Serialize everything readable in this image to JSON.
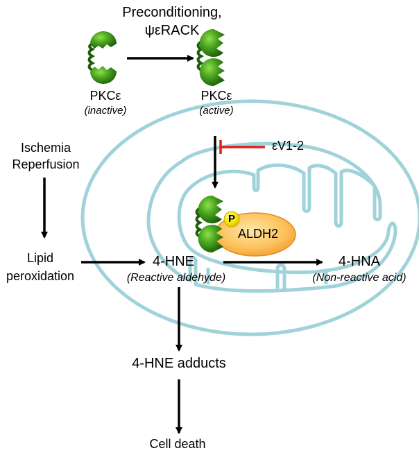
{
  "top": {
    "activator_line1": "Preconditioning,",
    "activator_line2": "ψεRACK",
    "pkc_left_name": "PKCε",
    "pkc_left_state": "(inactive)",
    "pkc_right_name": "PKCε",
    "pkc_right_state": "(active)"
  },
  "inhibitor": {
    "label": "εV1-2"
  },
  "left_pathway": {
    "stimulus_line1": "Ischemia",
    "stimulus_line2": "Reperfusion",
    "process_line1": "Lipid",
    "process_line2": "peroxidation"
  },
  "mito": {
    "enzyme_label": "ALDH2",
    "phospho_label": "P"
  },
  "center": {
    "aldehyde_name": "4-HNE",
    "aldehyde_desc": "(Reactive aldehyde)",
    "acid_name": "4-HNA",
    "acid_desc": "(Non-reactive acid)"
  },
  "bottom": {
    "adducts": "4-HNE adducts",
    "outcome": "Cell death"
  },
  "colors": {
    "protein_green": "#3a8f1a",
    "mito_outline": "#9fd3d9",
    "inhibitor_red": "#e0201b",
    "phospho_yellow": "#f7e600",
    "enzyme_orange": "#f8b448",
    "arrow": "#000000"
  }
}
